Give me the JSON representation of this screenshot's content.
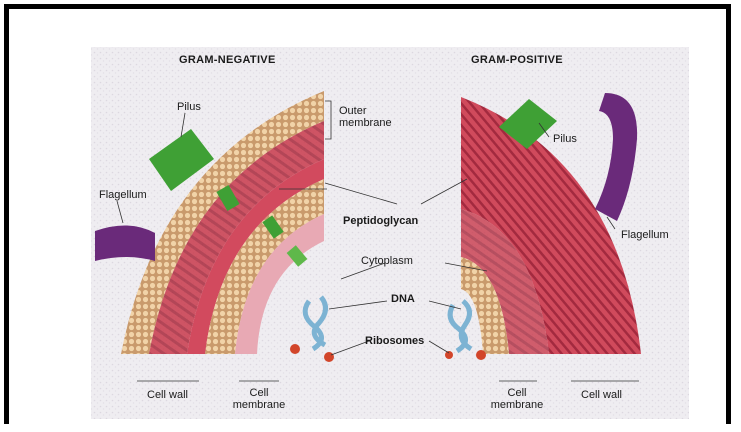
{
  "labels": {
    "gram_negative": "GRAM-NEGATIVE",
    "gram_positive": "GRAM-POSITIVE",
    "outer_membrane": "Outer\nmembrane",
    "pilus_left": "Pilus",
    "pilus_right": "Pilus",
    "flagellum_left": "Flagellum",
    "flagellum_right": "Flagellum",
    "peptidoglycan": "Peptidoglycan",
    "cytoplasm": "Cytoplasm",
    "dna": "DNA",
    "ribosomes": "Ribosomes",
    "cell_wall_left": "Cell wall",
    "cell_membrane_left": "Cell\nmembrane",
    "cell_membrane_right": "Cell\nmembrane",
    "cell_wall_right": "Cell wall"
  },
  "colors": {
    "frame": "#000000",
    "background_speckle": "#e9e6ec",
    "membrane": "#d9b48c",
    "bead": "#f1d3a8",
    "peptidoglycan": "#c8394b",
    "cytoplasm_layer": "#d24a5e",
    "pilus": "#3fa035",
    "flagellum": "#6a2a7a",
    "dna": "#7db3d3",
    "ribosome": "#d2452a"
  }
}
